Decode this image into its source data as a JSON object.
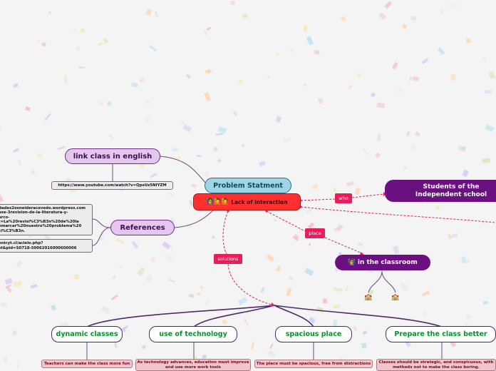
{
  "map": {
    "central": {
      "title": "Problem Statment",
      "subtitle": "Lack of interaction",
      "subtitle_icon": "teacher-students-emoji-icon"
    },
    "left_branches": {
      "link_class": {
        "title": "link class in english",
        "url": "https://www.youtube.com/watch?v=QpsUz5NIYZM"
      },
      "references": {
        "title": "References",
        "url1": "dades2osneideracevedo.wordpress.com\nase-3revision-de-la-literatura-y-\narco-\nt=La%20revisi%C3%B3n%20de%20la\nnmarcar%20nuestro%20problema%20\nci%C3%B3n.",
        "url2": "onicyt.cl/acielo.php?\nst&pid=S0718-50062016000600006"
      }
    },
    "connector_labels": {
      "who": "who",
      "place": "place",
      "solutions": "solutions"
    },
    "who": {
      "title": "Students of the Independent school"
    },
    "place": {
      "title": "in the classroom",
      "icon": "teacher-emoji-icon",
      "child_icons": [
        "school-icon",
        "school-icon"
      ]
    },
    "solutions": [
      {
        "title": "dynamic classes",
        "note": "Teachers can make the class more fun"
      },
      {
        "title": "use of technology",
        "note": "As technology advances, education must improve and use more work tools"
      },
      {
        "title": "spacious place",
        "note": "The place must be spacious, free from distractions"
      },
      {
        "title": "Prepare the class better",
        "note": "Classes should be strategic, and conspicuous, with methods not to make the class boring."
      }
    ],
    "colors": {
      "central": "#9fd4e4",
      "issue": "#ff3030",
      "subtopic": "#e4c6ee",
      "purple": "#6b1080",
      "solution_text": "#0f8e2d",
      "note": "#f2c4cc",
      "tag": "#e81d5c"
    }
  }
}
